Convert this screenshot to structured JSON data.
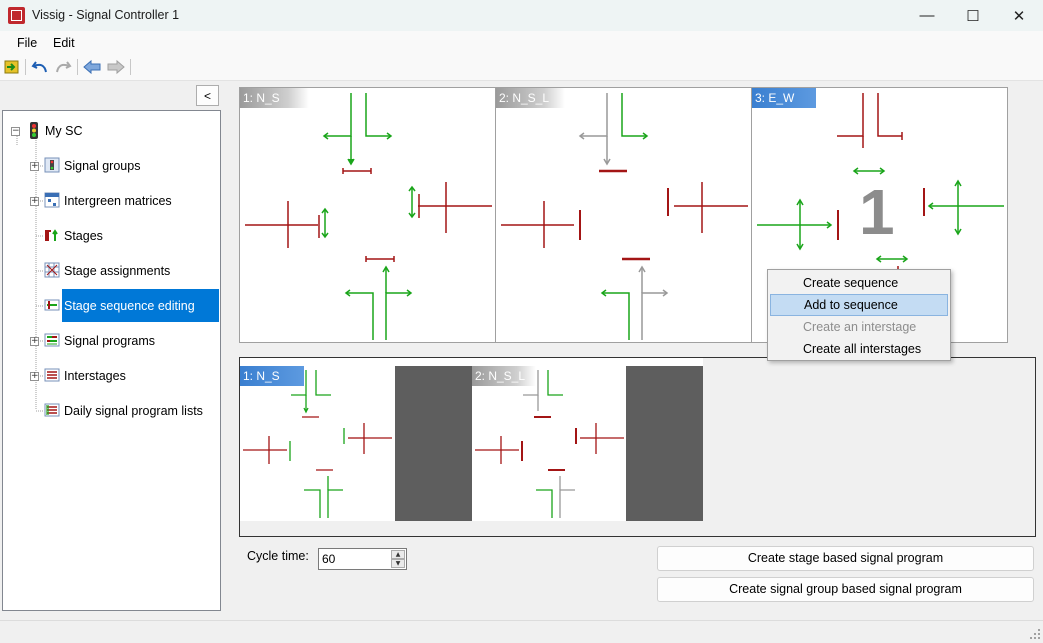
{
  "window": {
    "title": "Vissig - Signal Controller 1",
    "minimize": "—",
    "maximize": "☐",
    "close": "✕"
  },
  "menu": {
    "file": "File",
    "edit": "Edit"
  },
  "tree": {
    "collapse_label": "<",
    "root": "My SC",
    "items": [
      {
        "label": "Signal groups"
      },
      {
        "label": "Intergreen matrices"
      },
      {
        "label": "Stages"
      },
      {
        "label": "Stage assignments"
      },
      {
        "label": "Stage sequence editing"
      },
      {
        "label": "Signal programs"
      },
      {
        "label": "Interstages"
      },
      {
        "label": "Daily signal program lists"
      }
    ]
  },
  "stages": [
    {
      "label": "1: N_S"
    },
    {
      "label": "2: N_S_L"
    },
    {
      "label": "3: E_W",
      "badge": "1"
    }
  ],
  "sequence": [
    {
      "label": "1: N_S"
    },
    {
      "label": "2: N_S_L"
    }
  ],
  "context_menu": {
    "items": [
      {
        "label": "Create sequence"
      },
      {
        "label": "Add to sequence"
      },
      {
        "label": "Create an interstage"
      },
      {
        "label": "Create all interstages"
      }
    ]
  },
  "cycle": {
    "label": "Cycle time:",
    "value": "60"
  },
  "buttons": {
    "stage_based": "Create stage based signal program",
    "group_based": "Create signal group based signal program"
  },
  "colors": {
    "go": "#1aa51a",
    "stop": "#a31515",
    "inactive": "#999999",
    "selection": "#0078d7"
  }
}
